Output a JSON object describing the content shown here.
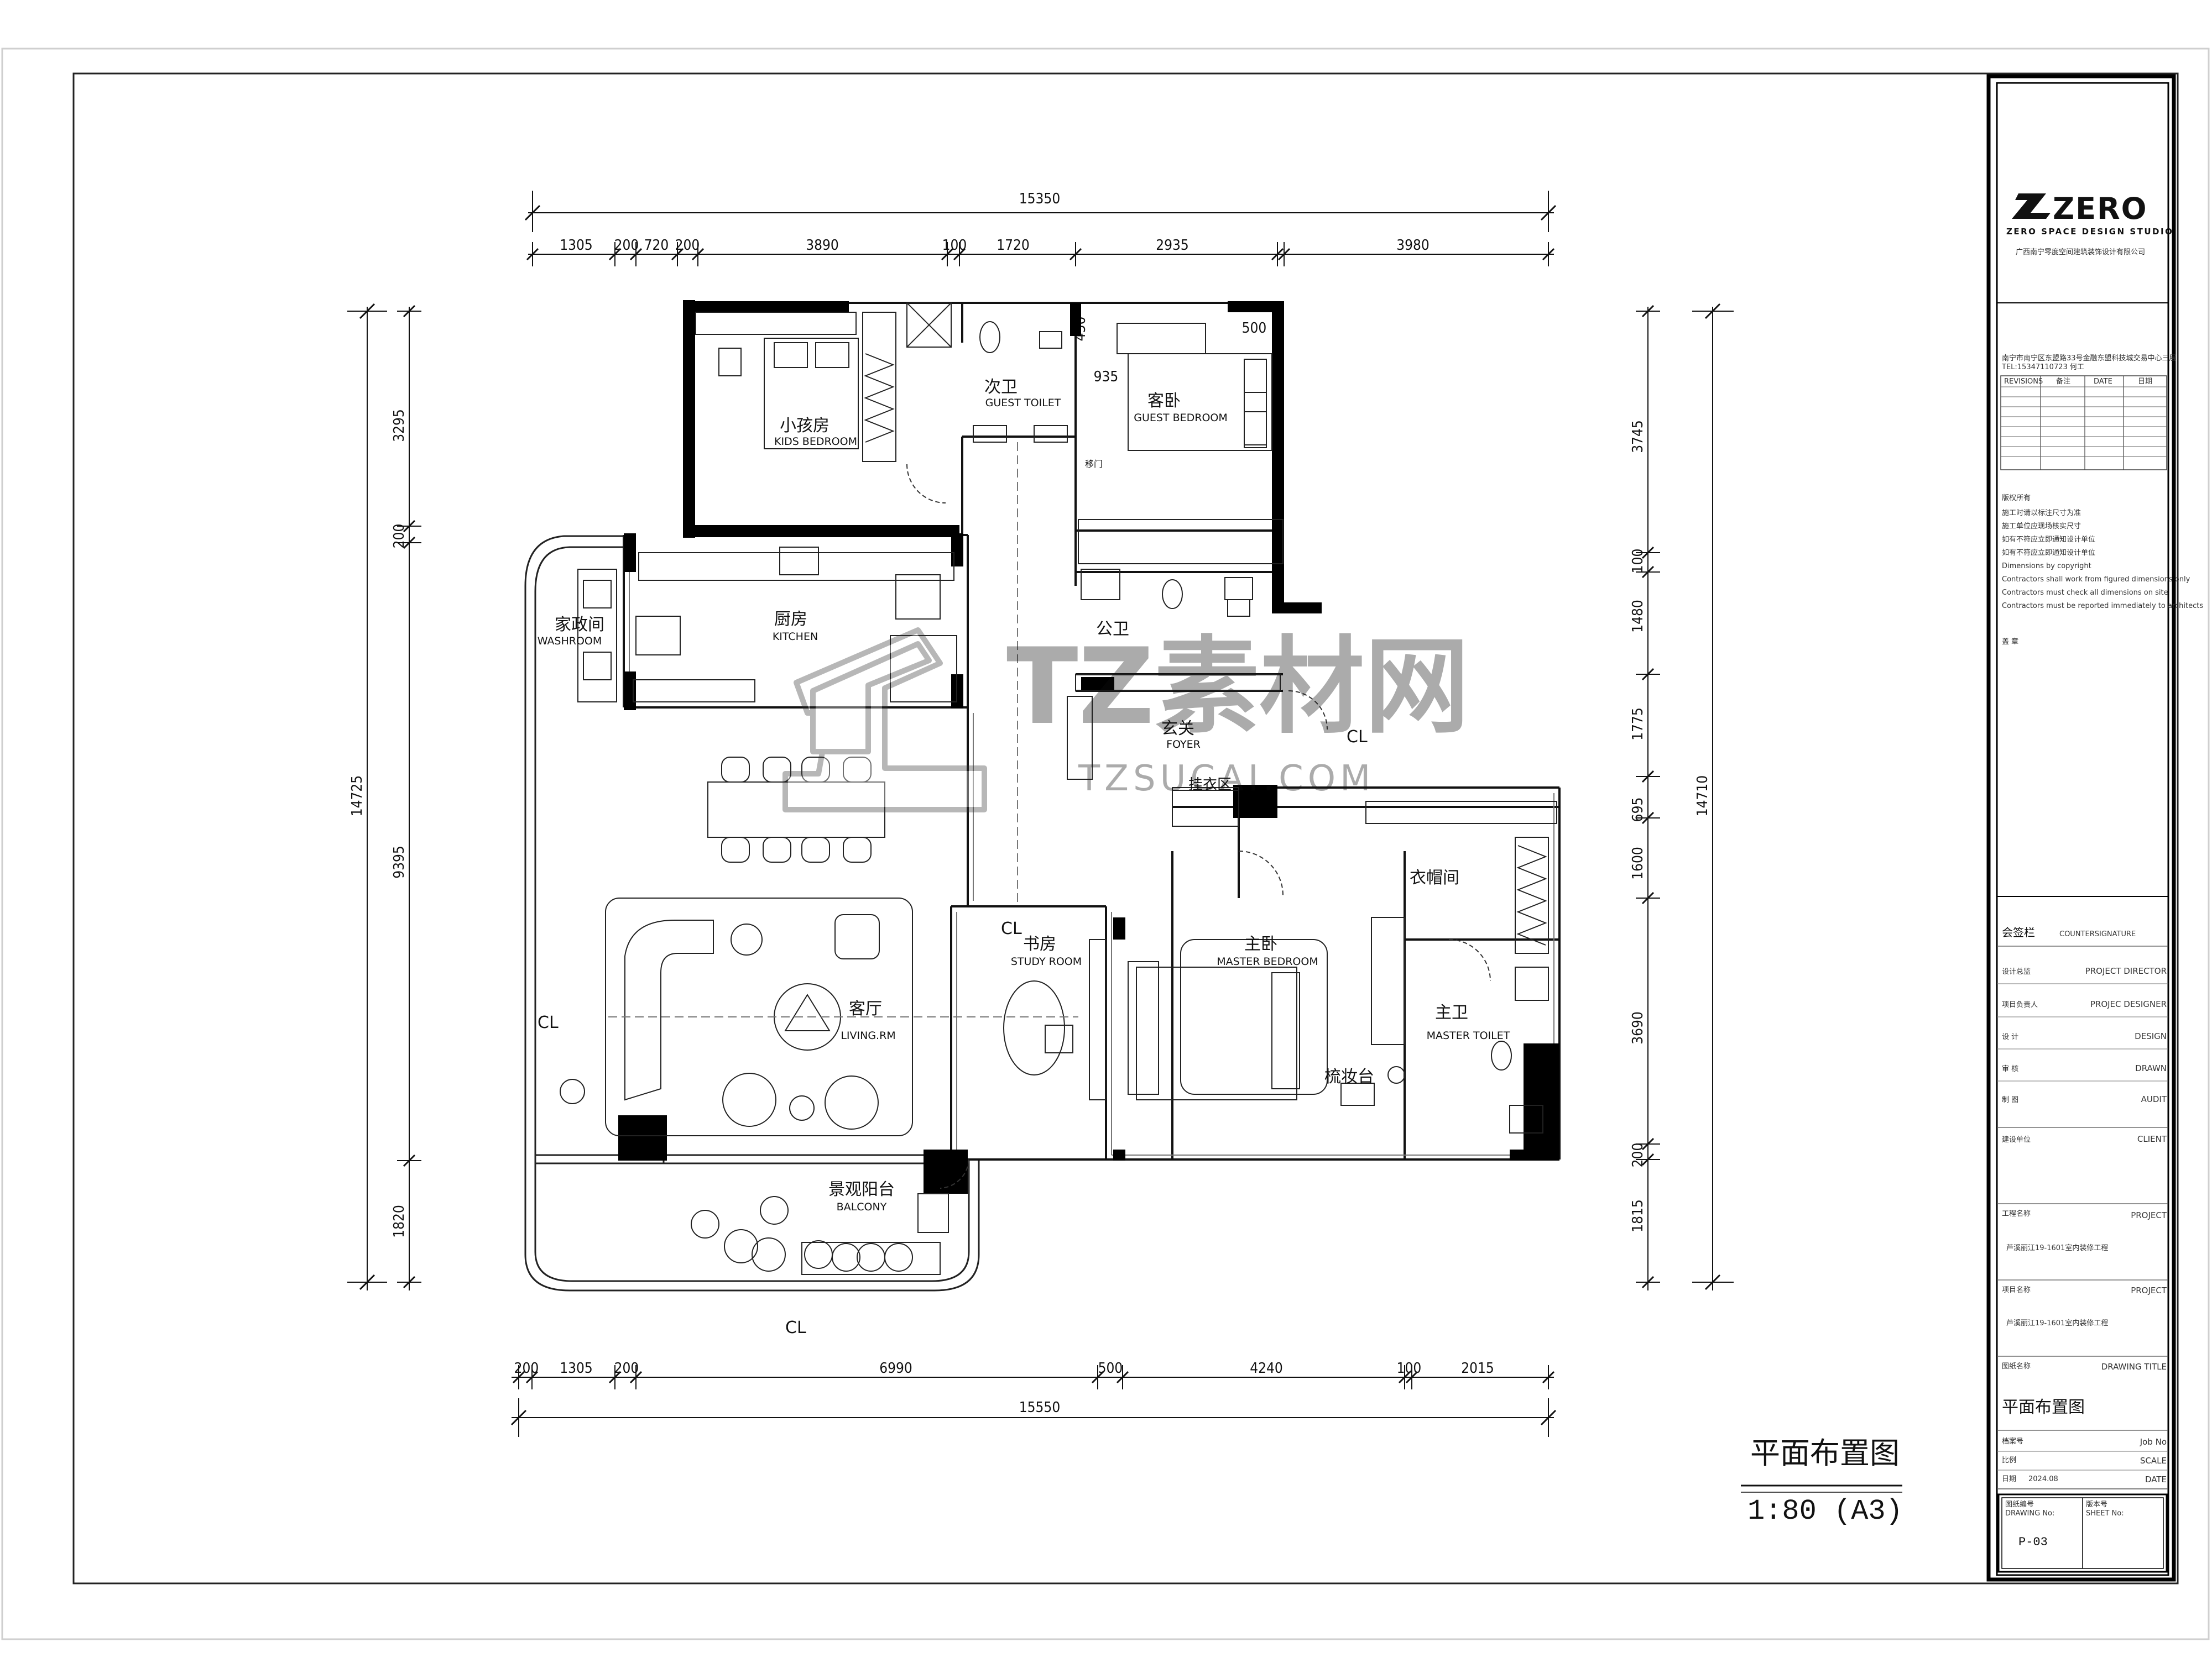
{
  "title_block": {
    "logo": "ZERO",
    "studio": "ZERO SPACE DESIGN STUDIO",
    "company_cn": "广西南宁零度空间建筑装饰设计有限公司",
    "address": "南宁市南宁区东盟路33号金融东盟科技城交易中心三层",
    "tel": "TEL:15347110723  何工",
    "revision_headers": [
      "REVISIONS",
      "备注",
      "DATE",
      "日期"
    ],
    "notes_title": "版权所有",
    "notes": [
      "施工时请以标注尺寸为准",
      "施工单位应现场核实尺寸",
      "如有不符应立即通知设计单位",
      "如有不符应立即通知设计单位",
      "Dimensions by copyright",
      "Contractors shall work from figured dimensions only",
      "Contractors must check all dimensions on site",
      "Contractors must be reported immediately to architects"
    ],
    "seal_label": "盖  章",
    "countersign_cn": "会签栏",
    "countersign_en": "COUNTERSIGNATURE",
    "roles": [
      {
        "cn": "设计总监",
        "en": "PROJECT DIRECTOR"
      },
      {
        "cn": "项目负责人",
        "en": "PROJEC  DESIGNER"
      },
      {
        "cn": "设    计",
        "en": "DESIGN"
      },
      {
        "cn": "审    核",
        "en": "DRAWN"
      },
      {
        "cn": "制    图",
        "en": "AUDIT"
      }
    ],
    "client_cn": "建设单位",
    "client_en": "CLIENT",
    "project_cn": "工程名称",
    "project_en": "PROJECT",
    "project_name": "芦溪丽江19-1601室内装修工程",
    "item_cn": "项目名称",
    "item_en": "PROJECT",
    "item_name": "芦溪丽江19-1601室内装修工程",
    "drawing_title_cn": "图纸名称",
    "drawing_title_en": "DRAWING TITLE",
    "drawing_title": "平面布置图",
    "job_cn": "档案号",
    "job_en": "Job No",
    "scale_cn": "比例",
    "scale_en": "SCALE",
    "date_cn": "日期",
    "date_value": "2024.08",
    "date_en": "DATE",
    "drawing_no_cn": "图纸编号",
    "drawing_no_en": "DRAWING No:",
    "sheet_no_cn": "版本号",
    "sheet_no_en": "SHEET No:",
    "drawing_no": "P-03"
  },
  "plan_title": {
    "cn": "平面布置图",
    "scale": "1:80 (A3)"
  },
  "watermark": {
    "main": "TZ素材网",
    "url": "TZSUCAI.COM"
  },
  "dimensions": {
    "top_total": "15350",
    "top_segments": [
      "1305",
      "200",
      "720",
      "200",
      "3890",
      "100",
      "1720",
      "2935",
      "3980"
    ],
    "bottom_total": "15550",
    "bottom_segments": [
      "200",
      "1305",
      "200",
      "6990",
      "500",
      "4240",
      "100",
      "2015"
    ],
    "left_total": "14725",
    "left_segments": [
      "3295",
      "200",
      "9395",
      "1820"
    ],
    "right_total": "14710",
    "right_segments": [
      "3745",
      "100",
      "1480",
      "1775",
      "695",
      "1600",
      "3690",
      "200",
      "1815"
    ],
    "inner": [
      "450",
      "500",
      "935"
    ]
  },
  "rooms": {
    "kids_cn": "小孩房",
    "kids_en": "KIDS BEDROOM",
    "guest_toilet_cn": "次卫",
    "guest_toilet_en": "GUEST TOILET",
    "guest_bed_cn": "客卧",
    "guest_bed_en": "GUEST BEDROOM",
    "wash_cn": "家政间",
    "wash_en": "WASHROOM",
    "kitchen_cn": "厨房",
    "kitchen_en": "KITCHEN",
    "public_toilet_cn": "公卫",
    "foyer_cn": "玄关",
    "foyer_en": "FOYER",
    "hang_cn": "挂衣区",
    "cloak_cn": "衣帽间",
    "study_cn": "书房",
    "study_en": "STUDY ROOM",
    "master_cn": "主卧",
    "master_en": "MASTER BEDROOM",
    "master_toilet_cn": "主卫",
    "master_toilet_en": "MASTER TOILET",
    "vanity_cn": "梳妆台",
    "living_cn": "客厅",
    "living_en": "LIVING.RM",
    "balcony_cn": "景观阳台",
    "balcony_en": "BALCONY",
    "door_note": "移门"
  },
  "marks": {
    "cl": "CL"
  }
}
